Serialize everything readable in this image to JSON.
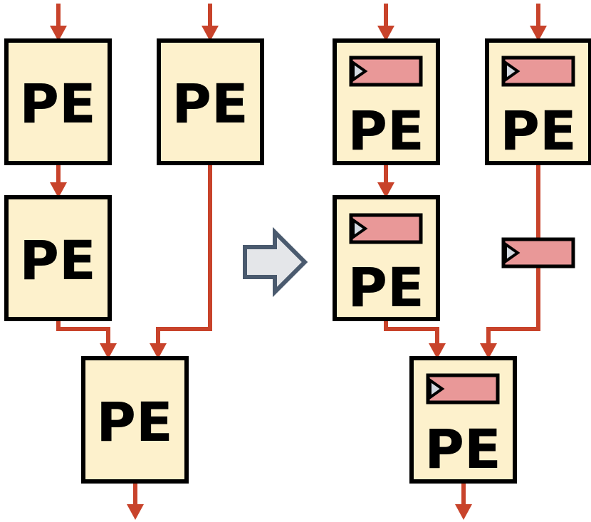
{
  "colors": {
    "pe_fill": "#fdf1cc",
    "pe_stroke": "#000000",
    "wire": "#c8432b",
    "register_fill": "#e99898",
    "register_triangle": "#d3d9e1",
    "transform_arrow_fill": "#e4e6e9",
    "transform_arrow_stroke": "#4a5a6e"
  },
  "left_diagram": {
    "pe_labels": [
      "PE",
      "PE",
      "PE",
      "PE"
    ]
  },
  "transform_arrow": {
    "icon": "right-arrow-icon"
  },
  "right_diagram": {
    "pe_labels": [
      "PE",
      "PE",
      "PE",
      "PE"
    ],
    "register_icon": "pipeline-register-icon"
  }
}
